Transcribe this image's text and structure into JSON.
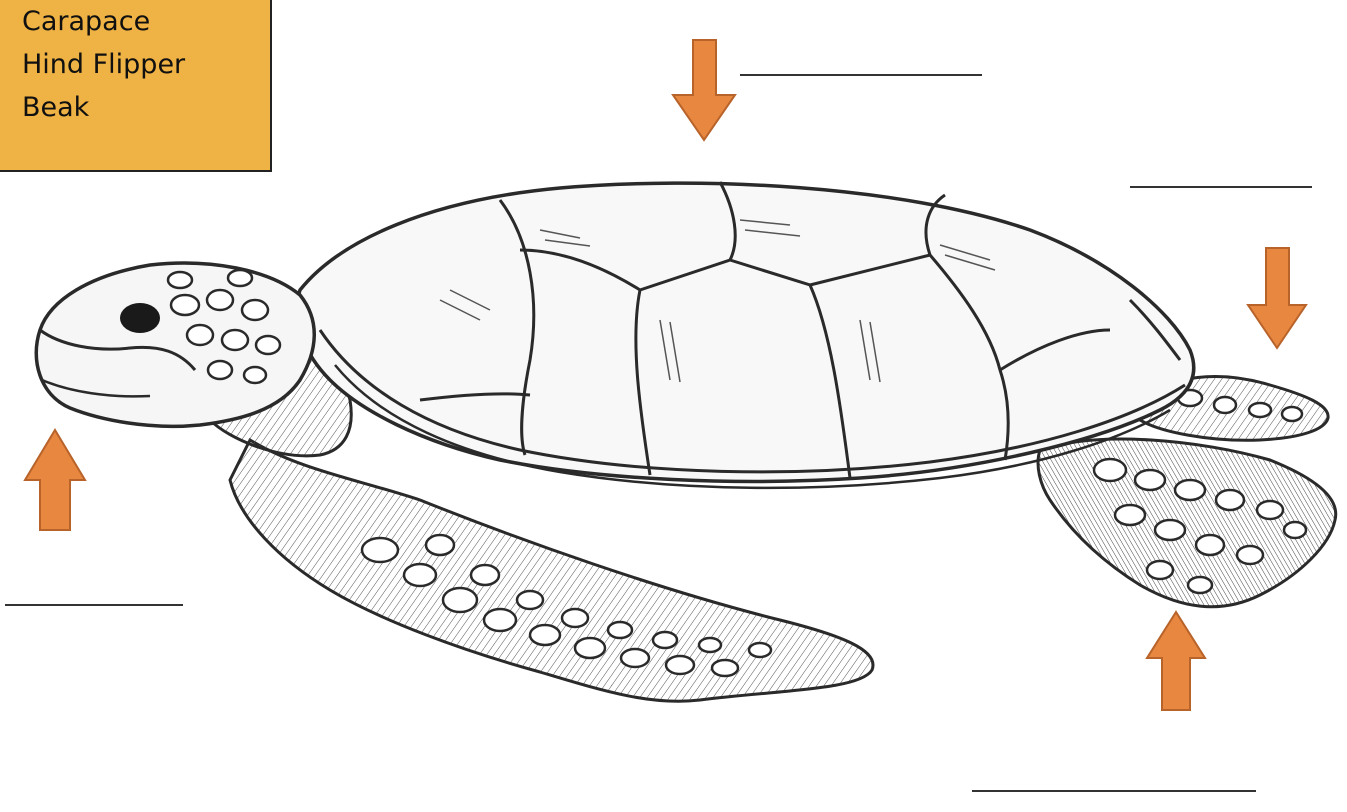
{
  "word_bank": {
    "words": [
      "Carapace",
      "Hind Flipper",
      "Beak"
    ]
  },
  "colors": {
    "word_bank_bg": "#efb244",
    "arrow": "#e8873f",
    "arrow_outline": "#b8632a",
    "ink": "#2a2a2a",
    "blank_line": "#333333"
  },
  "answer_blanks": [
    {
      "name": "blank-top",
      "value": ""
    },
    {
      "name": "blank-right-upper",
      "value": ""
    },
    {
      "name": "blank-left",
      "value": ""
    },
    {
      "name": "blank-bottom-right",
      "value": ""
    }
  ],
  "arrows": [
    {
      "name": "arrow-carapace",
      "direction": "down"
    },
    {
      "name": "arrow-tail-flipper",
      "direction": "down"
    },
    {
      "name": "arrow-beak",
      "direction": "up"
    },
    {
      "name": "arrow-hind-flipper",
      "direction": "up"
    }
  ]
}
